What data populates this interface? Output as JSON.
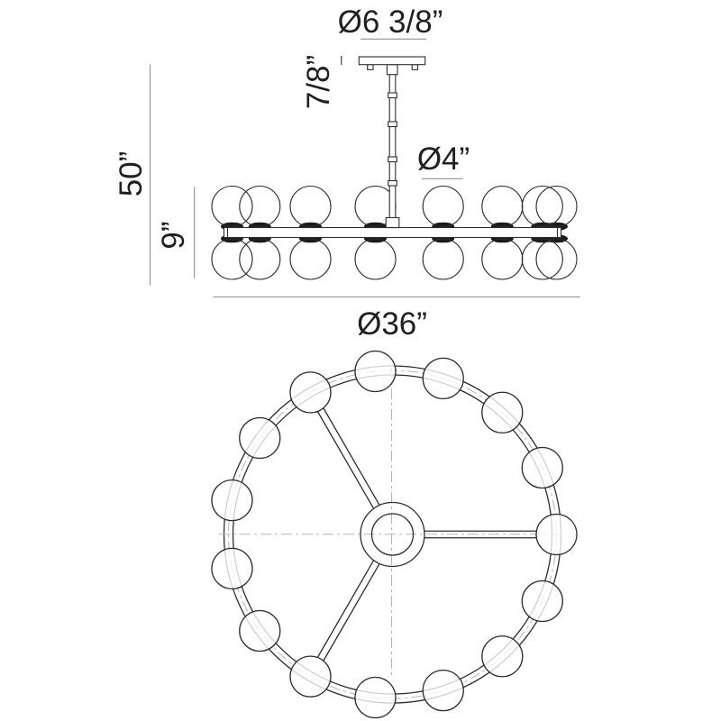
{
  "labels": {
    "canopy_diameter": "Ø6 3/8”",
    "canopy_height": "7/8”",
    "overall_height": "50”",
    "fixture_height": "9”",
    "globe_diameter": "Ø4”",
    "overall_diameter": "Ø36”"
  },
  "fixture": {
    "plan_globe_count": 15,
    "globe_angle_step_deg": 24,
    "spoke_angles_deg": [
      0,
      120,
      240
    ],
    "globe_rows_in_side_view": 2
  },
  "colors": {
    "background": "#ffffff",
    "line": "#2d2d2d",
    "dimension_line": "#8f8f8f",
    "centerline": "#b5b5b5",
    "socket_fill": "#1b1b1b",
    "text": "#231f20"
  }
}
